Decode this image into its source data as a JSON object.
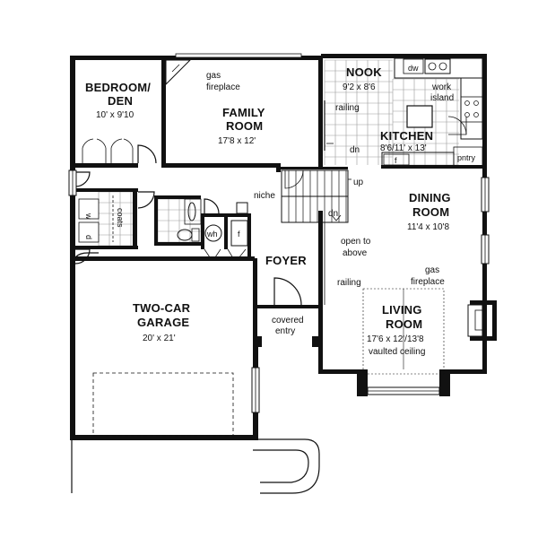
{
  "rooms": {
    "bedroom": {
      "name_line1": "BEDROOM/",
      "name_line2": "DEN",
      "dims": "10' x 9'10"
    },
    "family": {
      "name_line1": "FAMILY",
      "name_line2": "ROOM",
      "dims": "17'8 x 12'"
    },
    "nook": {
      "name": "NOOK",
      "dims": "9'2 x 8'6"
    },
    "kitchen": {
      "name": "KITCHEN",
      "dims": "8'6/11' x 13'"
    },
    "dining": {
      "name_line1": "DINING",
      "name_line2": "ROOM",
      "dims": "11'4 x 10'8"
    },
    "foyer": {
      "name": "FOYER"
    },
    "garage": {
      "name_line1": "TWO-CAR",
      "name_line2": "GARAGE",
      "dims": "20' x 21'"
    },
    "living": {
      "name_line1": "LIVING",
      "name_line2": "ROOM",
      "dims": "17'6 x 12'/13'8",
      "note": "vaulted ceiling"
    },
    "covered_entry": {
      "line1": "covered",
      "line2": "entry"
    }
  },
  "labels": {
    "gas_fireplace_family_1": "gas",
    "gas_fireplace_family_2": "fireplace",
    "gas_fireplace_living_1": "gas",
    "gas_fireplace_living_2": "fireplace",
    "railing_nook": "railing",
    "railing_living": "railing",
    "dn_kitchen": "dn",
    "dn_stair": "dn",
    "up": "up",
    "open_to_1": "open to",
    "open_to_2": "above",
    "niche": "niche",
    "work_island_1": "work",
    "work_island_2": "island",
    "dw": "dw",
    "pntry": "pntry",
    "f_kitchen": "f",
    "coats": "coats",
    "w": "w",
    "d": "d",
    "wh": "wh",
    "f_utility": "f"
  }
}
